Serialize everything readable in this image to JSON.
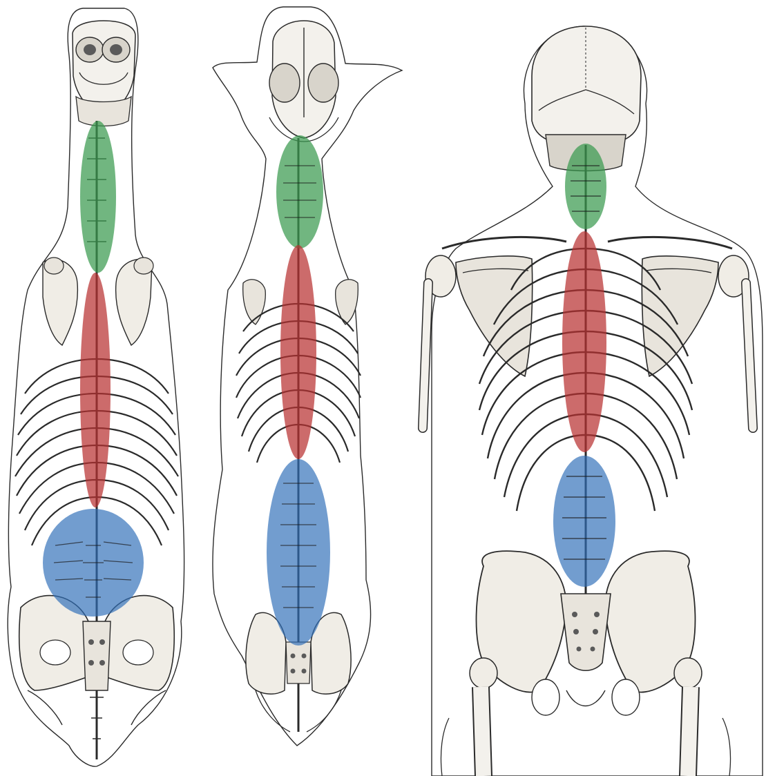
{
  "colors": {
    "background": "#ffffff",
    "bone_fill": "#f3f1ec",
    "bone_shade": "#d8d4cb",
    "outline": "#2a2a2a",
    "cervical": "#3a9a4f",
    "thoracic": "#b83232",
    "lumbar": "#2f6fb8"
  },
  "regions": [
    "cervical",
    "thoracic",
    "lumbar"
  ],
  "figures": [
    {
      "subject": "horse",
      "view": "dorsal"
    },
    {
      "subject": "dog",
      "view": "dorsal"
    },
    {
      "subject": "human",
      "view": "posterior"
    }
  ]
}
